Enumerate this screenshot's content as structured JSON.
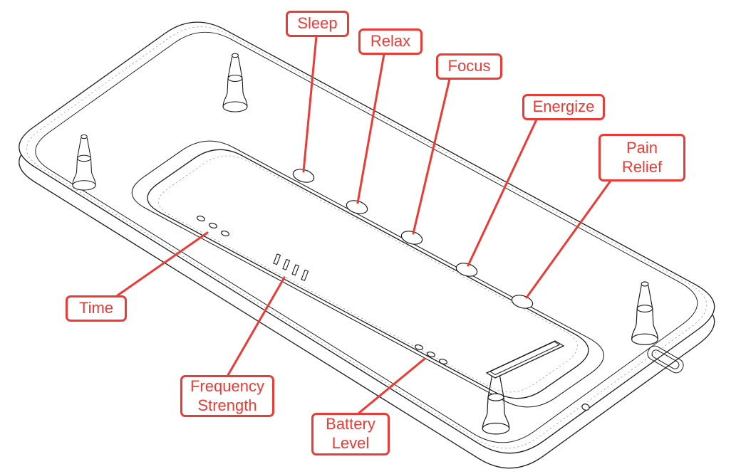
{
  "colors": {
    "accent": "#ee3a34",
    "line": "#1b1b1b",
    "background": "#ffffff"
  },
  "callouts": {
    "sleep": {
      "label": "Sleep"
    },
    "relax": {
      "label": "Relax"
    },
    "focus": {
      "label": "Focus"
    },
    "energize": {
      "label": "Energize"
    },
    "pain_relief": {
      "label": "Pain\nRelief"
    },
    "time": {
      "label": "Time"
    },
    "frequency_strength": {
      "label": "Frequency\nStrength"
    },
    "battery_level": {
      "label": "Battery\nLevel"
    }
  }
}
